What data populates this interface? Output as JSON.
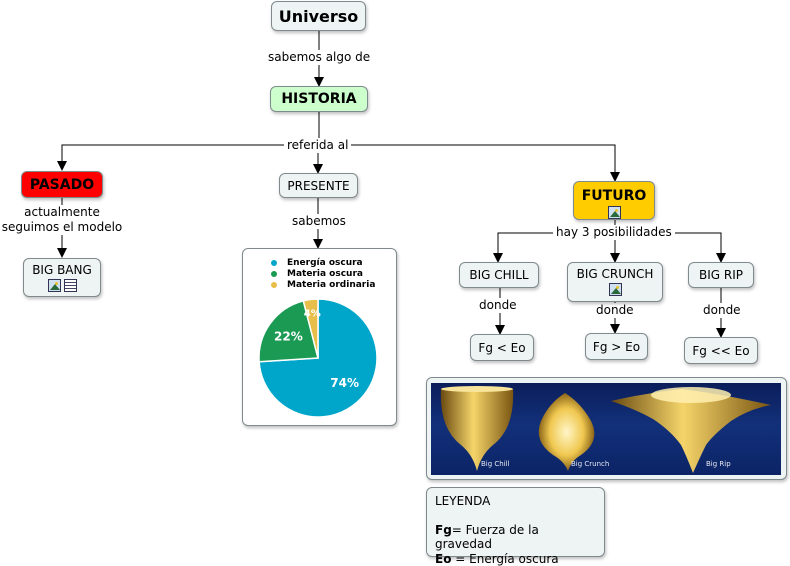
{
  "nodes": {
    "universo": "Universo",
    "historia": "HISTORIA",
    "pasado": "PASADO",
    "presente": "PRESENTE",
    "futuro": "FUTURO",
    "big_bang": "BIG BANG",
    "big_chill": "BIG CHILL",
    "big_crunch": "BIG CRUNCH",
    "big_rip": "BIG RIP",
    "fg_lt_eo": "Fg < Eo",
    "fg_gt_eo": "Fg > Eo",
    "fg_llt_eo": "Fg << Eo"
  },
  "links": {
    "sabemos_algo_de": "sabemos algo de",
    "referida_al": "referida al",
    "actualmente_line1": "actualmente",
    "actualmente_line2": "seguimos el modelo",
    "sabemos": "sabemos",
    "hay_3": "hay 3 posibilidades",
    "donde_chill": "donde",
    "donde_crunch": "donde",
    "donde_rip": "donde"
  },
  "chart_data": {
    "type": "pie",
    "legend": [
      "Energía oscura",
      "Materia oscura",
      "Materia ordinaria"
    ],
    "values": [
      74,
      22,
      4
    ],
    "labels": [
      "74%",
      "22%",
      "4%"
    ],
    "colors": [
      "#00a6c9",
      "#1a9a52",
      "#e8be4a"
    ]
  },
  "photo": {
    "captions": [
      "Big Chill",
      "Big Crunch",
      "Big Rip"
    ]
  },
  "legend": {
    "title": "LEYENDA",
    "fg_term": "Fg",
    "fg_def": "= Fuerza de la gravedad",
    "eo_term": "Eo",
    "eo_def": " = Energía oscura"
  },
  "colors": {
    "historia_bg": "#ccffcc",
    "pasado_bg": "#ff0000",
    "futuro_bg": "#ffcc00",
    "node_bg": "#eef3f3"
  }
}
